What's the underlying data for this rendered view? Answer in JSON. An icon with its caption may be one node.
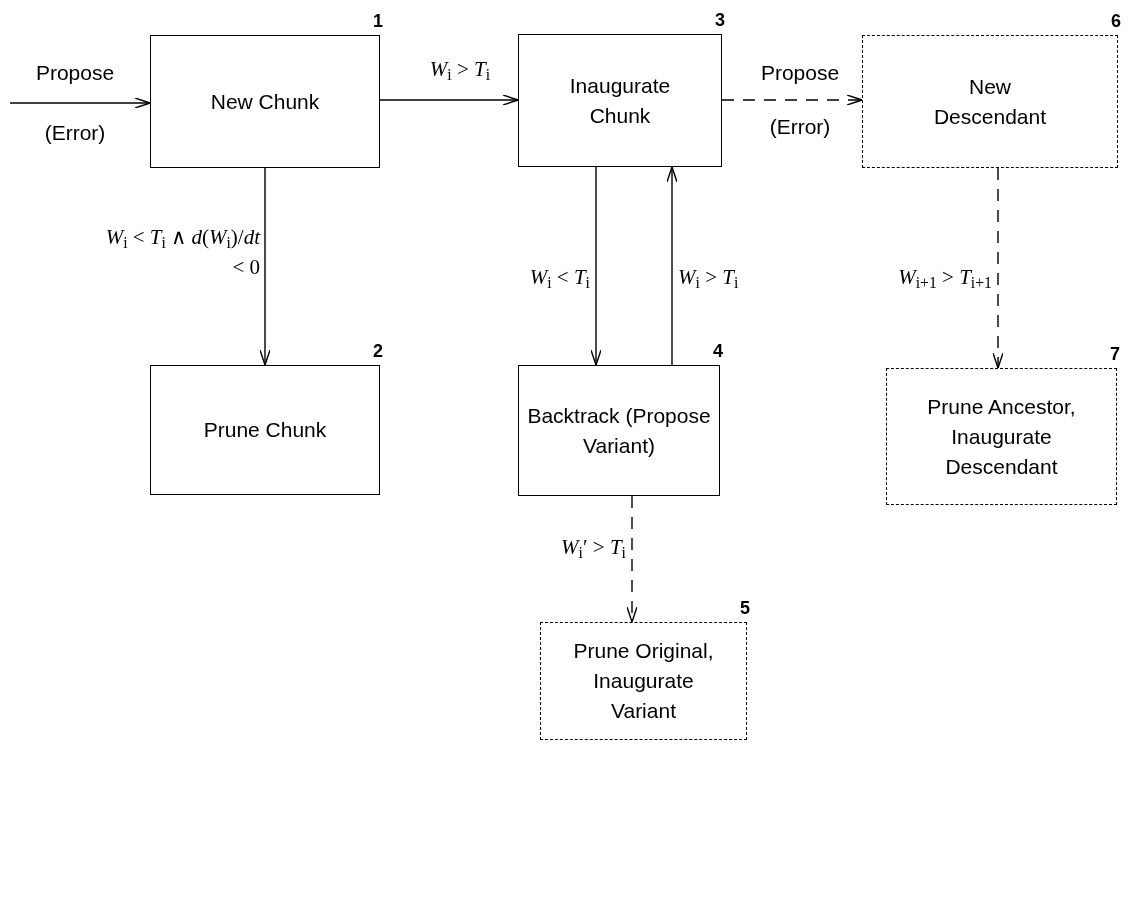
{
  "diagram": {
    "nodes": [
      {
        "text": [
          "New Chunk"
        ],
        "beside": [
          "1"
        ]
      },
      {
        "text": [
          "Prune Chunk"
        ],
        "beside": [
          "2"
        ]
      },
      {
        "text": [
          "Inaugurate Chunk"
        ],
        "beside": [
          "3"
        ]
      },
      {
        "text": [
          "Backtrack (Propose Variant)"
        ],
        "beside": [
          "4"
        ]
      },
      {
        "text": [
          "Prune Original, Inaugurate Variant"
        ],
        "beside": [
          "5"
        ]
      },
      {
        "text": [
          "New Descendant"
        ],
        "beside": [
          "6"
        ]
      },
      {
        "text": [
          "Prune Ancestor, Inaugurate Descendant"
        ],
        "beside": [
          "7"
        ]
      }
    ],
    "edges": [
      {
        "from": null,
        "to": 0,
        "arrow": "to",
        "label": "Propose"
      },
      {
        "from": 0,
        "to": 2,
        "arrow": "to",
        "label": "*W*$_{i}$ > *T*$_{i}$"
      },
      {
        "from": 0,
        "to": 1,
        "arrow": "to",
        "label": "*W*$_{i}$ < *T*$_{i}$ ∧ *d*(*W*$_{i}$)/*dt* < 0"
      },
      {
        "from": 2,
        "to": 3,
        "arrow": "to",
        "label": "*W*$_{i}$ < *T*$_{i}$"
      },
      {
        "from": 3,
        "to": 2,
        "arrow": "to",
        "label": "*W*$_{i}$ > *T*$_{i}$"
      },
      {
        "from": 2,
        "to": 5,
        "arrow": "to",
        "label": "Propose",
        "style": "dashed"
      },
      {
        "from": 5,
        "to": 6,
        "arrow": "to",
        "label": "*W*$_{i+1}$ > *T*$_{i+1}$",
        "style": "dashed"
      },
      {
        "from": 3,
        "to": 4,
        "arrow": "to",
        "label": "*W*$_{i}$′ > *T*$_{i}$",
        "style": "dashed"
      }
    ],
    "labels": [
      "(Error)",
      "(Error)"
    ]
  }
}
